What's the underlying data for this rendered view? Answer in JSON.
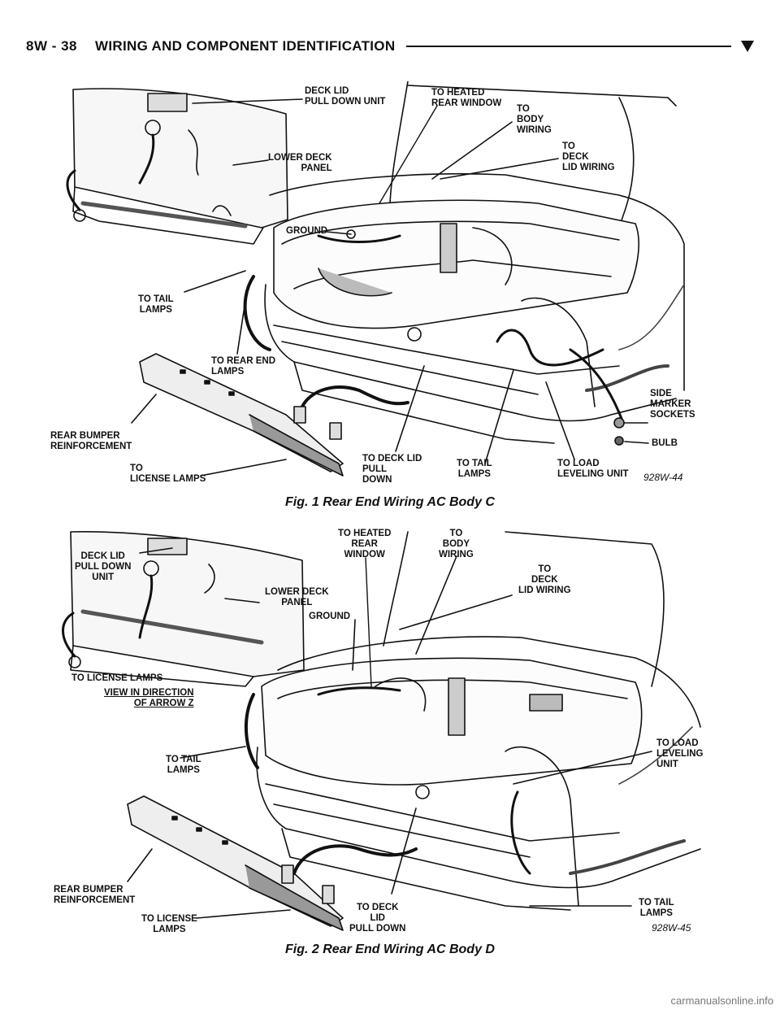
{
  "header": {
    "page_number": "8W - 38",
    "section_title": "WIRING AND COMPONENT IDENTIFICATION"
  },
  "figure1": {
    "caption": "Fig. 1 Rear End Wiring AC Body C",
    "code": "928W-44",
    "labels": {
      "deck_lid_pull_down_unit": "DECK LID\nPULL DOWN UNIT",
      "to_heated_rear_window": "TO HEATED\nREAR WINDOW",
      "to_body_wiring": "TO\nBODY\nWIRING",
      "to_deck_lid_wiring": "TO\nDECK\nLID WIRING",
      "lower_deck_panel": "LOWER DECK\nPANEL",
      "ground": "GROUND",
      "to_tail_lamps_left": "TO TAIL\nLAMPS",
      "to_rear_end_lamps": "TO REAR END\nLAMPS",
      "rear_bumper_reinforcement": "REAR BUMPER\nREINFORCEMENT",
      "to_license_lamps": "TO\nLICENSE LAMPS",
      "to_deck_lid_pull_down": "TO DECK LID\nPULL\nDOWN",
      "to_tail_lamps_right": "TO TAIL\nLAMPS",
      "to_load_leveling_unit": "TO LOAD\nLEVELING UNIT",
      "side_marker_sockets": "SIDE\nMARKER\nSOCKETS",
      "bulb": "BULB"
    }
  },
  "figure2": {
    "caption": "Fig. 2 Rear End Wiring AC Body D",
    "code": "928W-45",
    "labels": {
      "deck_lid_pull_down_unit": "DECK LID\nPULL DOWN\nUNIT",
      "to_heated_rear_window": "TO HEATED\nREAR\nWINDOW",
      "to_body_wiring": "TO\nBODY\nWIRING",
      "to_deck_lid_wiring": "TO\nDECK\nLID WIRING",
      "lower_deck_panel": "LOWER DECK\nPANEL",
      "ground": "GROUND",
      "to_license_lamps_top": "TO LICENSE LAMPS",
      "view_in_direction": "VIEW IN DIRECTION\nOF ARROW Z",
      "to_tail_lamps_left": "TO TAIL\nLAMPS",
      "to_load_leveling_unit": "TO LOAD\nLEVELING\nUNIT",
      "rear_bumper_reinforcement": "REAR BUMPER\nREINFORCEMENT",
      "to_tail_lamps_right": "TO TAIL\nLAMPS",
      "to_license_lamps_bottom": "TO LICENSE\nLAMPS",
      "to_deck_lid_pull_down": "TO DECK\nLID\nPULL DOWN"
    }
  },
  "footer": {
    "watermark": "carmanualsonline.info"
  }
}
